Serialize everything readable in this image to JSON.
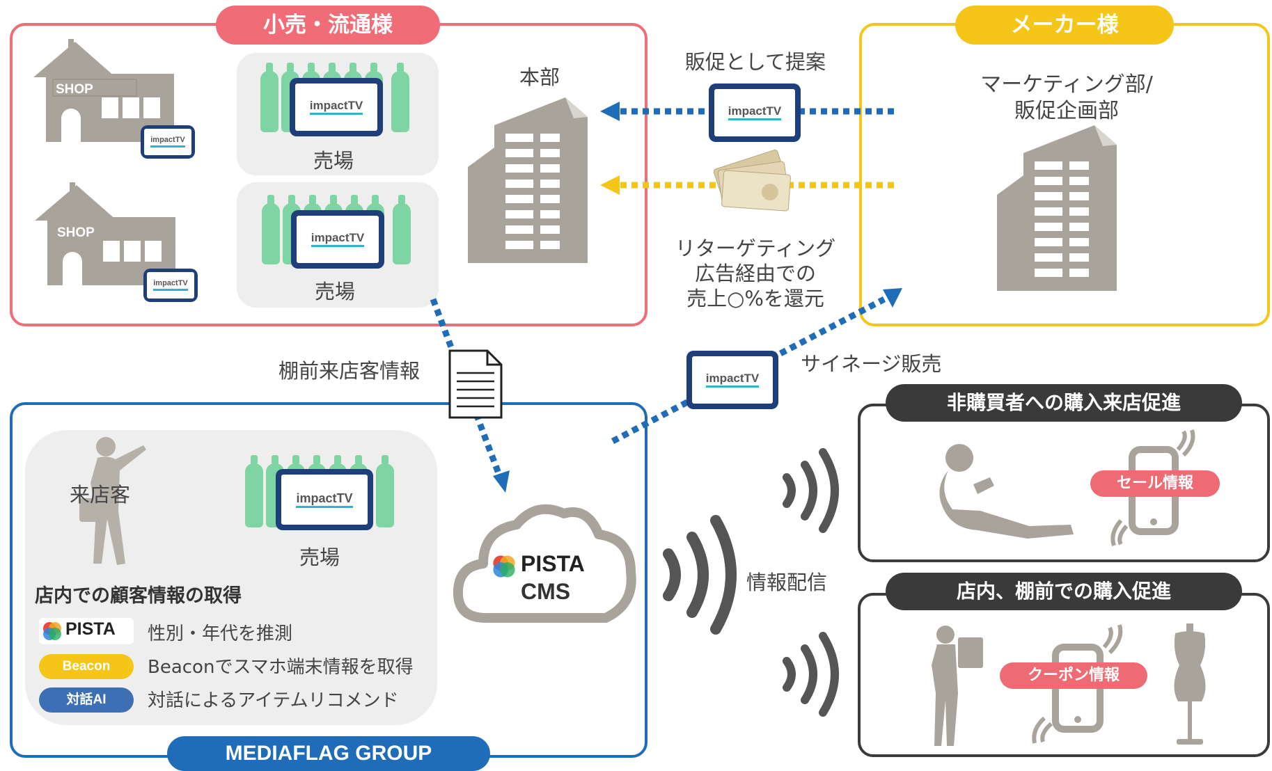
{
  "retail": {
    "title": "小売・流通様",
    "shop_label": "SHOP",
    "sales_floor_label": "売場",
    "hq_label": "本部"
  },
  "maker": {
    "title": "メーカー様",
    "dept_line1": "マーケティング部/",
    "dept_line2": "販促企画部"
  },
  "flows": {
    "proposal": "販促として提案",
    "refund_line1": "リターゲティング",
    "refund_line2": "広告経由での",
    "refund_line3": "売上○%を還元",
    "shelf_info": "棚前来店客情報",
    "signage_sales": "サイネージ販売",
    "distribution": "情報配信"
  },
  "device": {
    "brand": "impactTV"
  },
  "group": {
    "title": "MEDIAFLAG GROUP",
    "visitor": "来店客",
    "sales_floor_label": "売場",
    "acquisition_title": "店内での顧客情報の取得",
    "features": [
      {
        "badge": "PISTA",
        "text": "性別・年代を推測"
      },
      {
        "badge": "Beacon",
        "text": "Beaconでスマホ端末情報を取得"
      },
      {
        "badge": "対話AI",
        "text": "対話によるアイテムリコメンド"
      }
    ],
    "cms_brand": "PISTA",
    "cms_label": "CMS"
  },
  "promo": {
    "nonbuyer_title": "非購買者への購入来店促進",
    "sale_tag": "セール情報",
    "instore_title": "店内、棚前での購入促進",
    "coupon_tag": "クーポン情報"
  },
  "colors": {
    "retail": "#f06c77",
    "maker": "#f5c518",
    "group": "#1f6cb8",
    "promo": "#3a3a3a",
    "building": "#a8a39b",
    "bottle": "#7fd4a3",
    "arrow_blue": "#1f6cb8",
    "arrow_yellow": "#f5c518"
  }
}
